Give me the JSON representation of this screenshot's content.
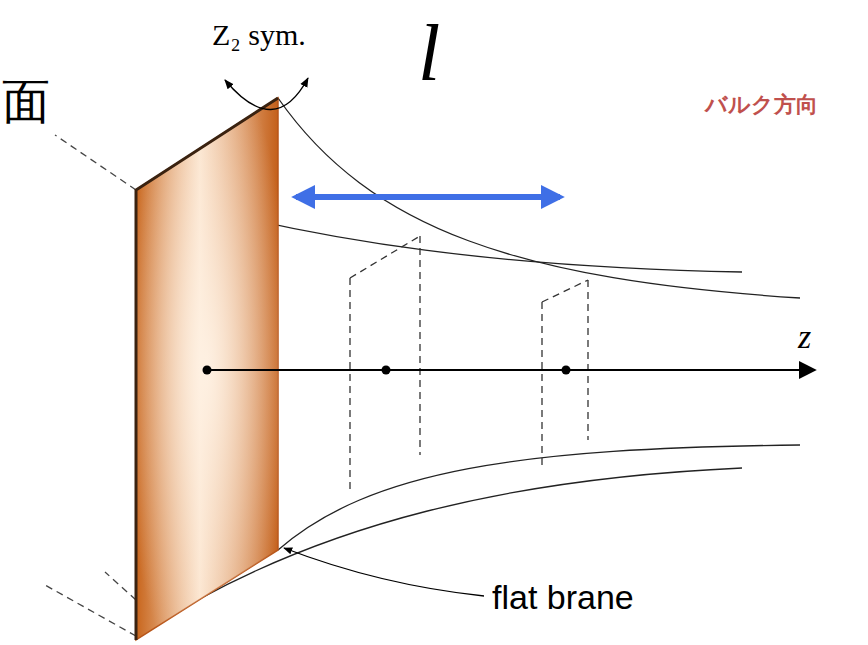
{
  "diagram": {
    "labels": [
      "Z₂ sym.",
      "l",
      "バルク方向",
      "z",
      "flat brane",
      "面"
    ]
  }
}
